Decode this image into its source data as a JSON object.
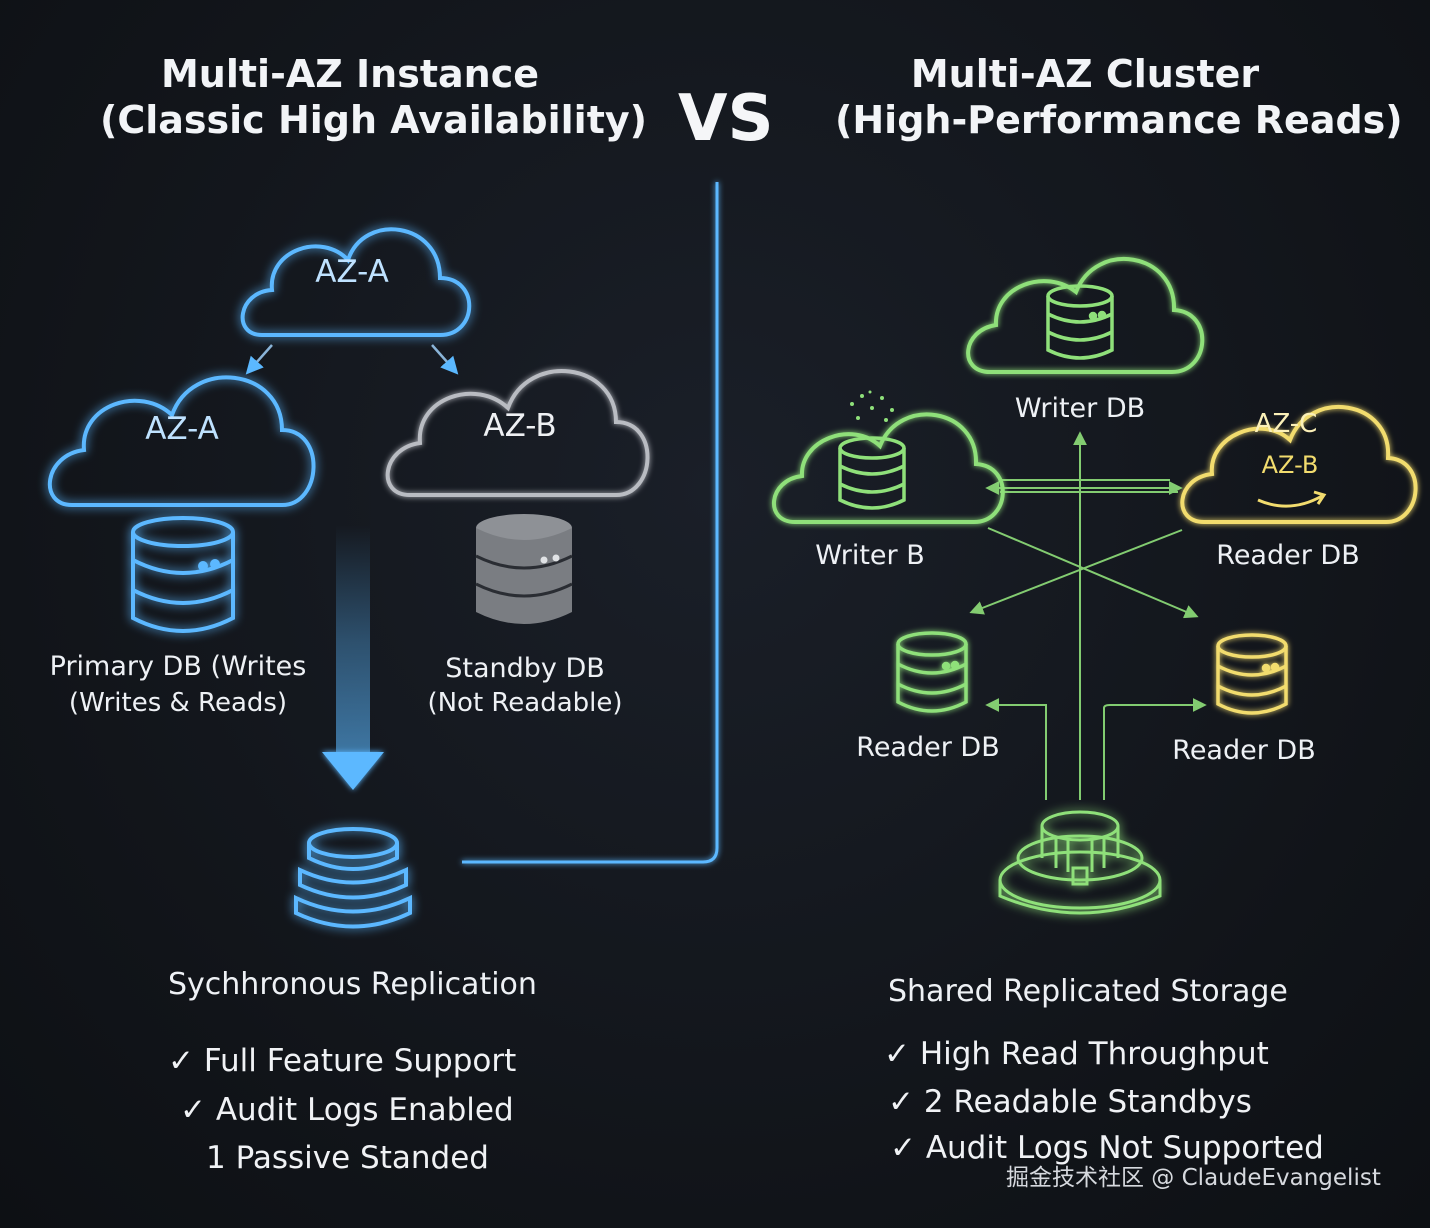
{
  "left": {
    "title_line1": "Multi-AZ Instance",
    "title_line2": "(Classic High Availability)",
    "cloud_top": "AZ-A",
    "cloud_left": "AZ-A",
    "cloud_right": "AZ-B",
    "primary_line1": "Primary DB (Writes",
    "primary_line2": "(Writes & Reads)",
    "standby_line1": "Standby DB",
    "standby_line2": "(Not Readable)",
    "section": "Sychhronous Replication",
    "features": [
      "✓ Full Feature Support",
      "✓ Audit Logs Enabled",
      "1 Passive Standed"
    ]
  },
  "vs": "VS",
  "right": {
    "title_line1": "Multi-AZ Cluster",
    "title_line2": "(High-Performance Reads)",
    "writer_db": "Writer DB",
    "writer_b": "Writer B",
    "cloud_az_c": "AZ-C",
    "cloud_az_b": "AZ-B",
    "reader_db_right": "Reader DB",
    "reader_db_left": "Reader DB",
    "reader_db_bottom_right": "Reader DB",
    "section": "Shared Replicated Storage",
    "features": [
      "✓ High Read Throughput",
      "✓ 2 Readable Standbys",
      "✓ Audit Logs Not Supported"
    ]
  },
  "watermark": "掘金技术社区 @ ClaudeEvangelist",
  "colors": {
    "blue": "#5bb8ff",
    "gray": "#b9bcc2",
    "green": "#8fe07a",
    "yellow": "#f2dc6e"
  }
}
